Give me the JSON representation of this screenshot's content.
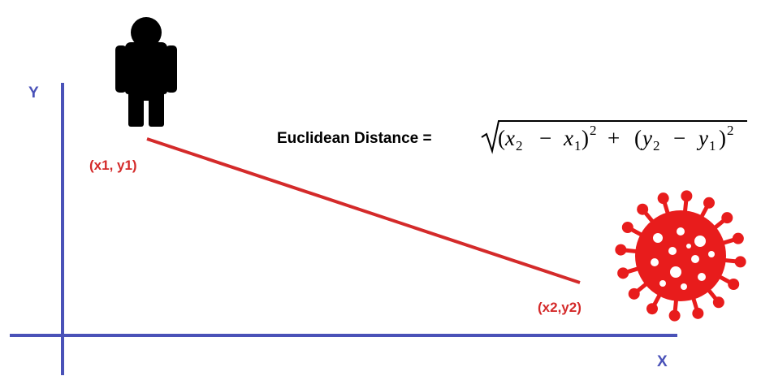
{
  "axes": {
    "y_label": "Y",
    "x_label": "X",
    "color": "#4a52b8"
  },
  "points": {
    "p1_label": "(x1, y1)",
    "p2_label": "(x2,y2)",
    "color": "#d42a2a"
  },
  "formula": {
    "label": "Euclidean Distance =",
    "expression": {
      "open1": "(",
      "x2": "x",
      "x2_sub": "2",
      "minus1": "−",
      "x1": "x",
      "x1_sub": "1",
      "close1": ")",
      "sup1": "2",
      "plus": "+",
      "open2": "(",
      "y2": "y",
      "y2_sub": "2",
      "minus2": "−",
      "y1": "y",
      "y1_sub": "1",
      "close2": ")",
      "sup2": "2"
    }
  },
  "icons": {
    "person": "person-icon",
    "virus": "virus-icon"
  },
  "colors": {
    "line": "#d42a2a",
    "virus": "#e81c1c",
    "person": "#000000"
  }
}
